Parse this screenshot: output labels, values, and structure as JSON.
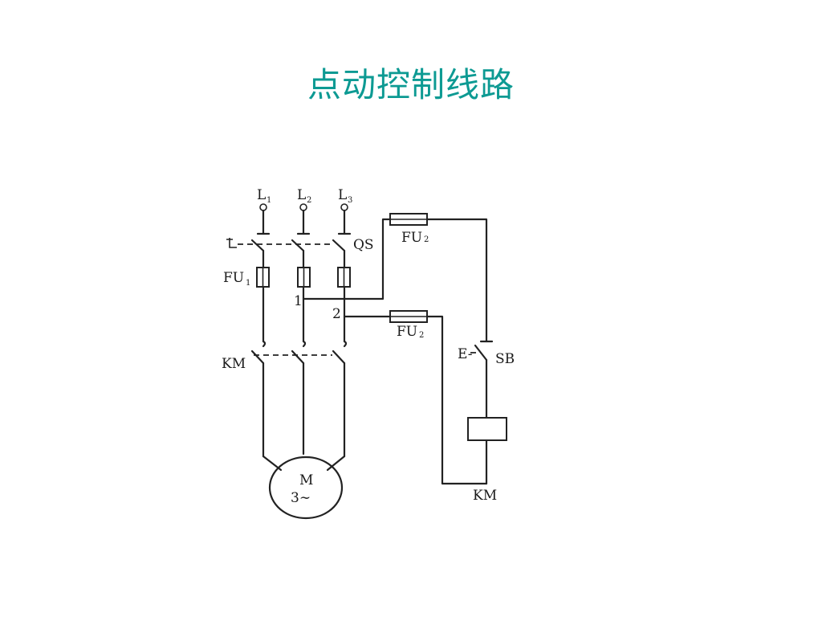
{
  "slide": {
    "title": "点动控制线路"
  },
  "diagram": {
    "phases": [
      {
        "label": "L",
        "sub": "1"
      },
      {
        "label": "L",
        "sub": "2"
      },
      {
        "label": "L",
        "sub": "3"
      }
    ],
    "qs_label": "QS",
    "fu1": {
      "label": "FU",
      "sub": "1"
    },
    "fu2_top": {
      "label": "FU",
      "sub": "2"
    },
    "fu2_bottom": {
      "label": "FU",
      "sub": "2"
    },
    "km_main": "KM",
    "km_coil": "KM",
    "sb": {
      "prefix": "E-",
      "label": "SB"
    },
    "motor": {
      "line1": "M",
      "line2": "3∼"
    },
    "node_1": "1",
    "node_2": "2"
  }
}
